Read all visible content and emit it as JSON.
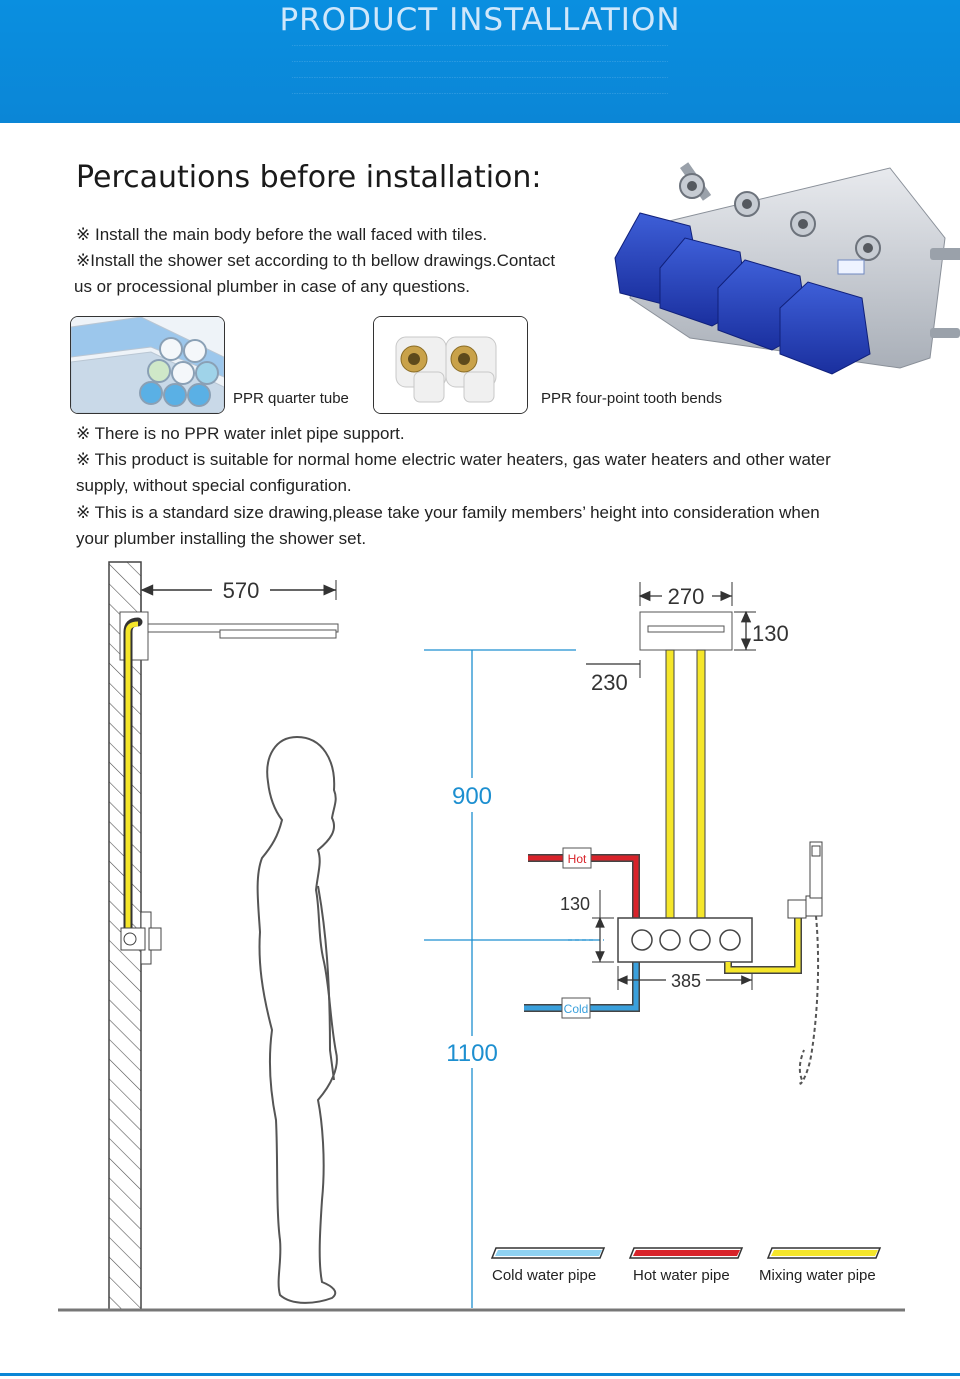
{
  "banner": {
    "title": "PRODUCT INSTALLATION"
  },
  "precautions": {
    "heading": "Percautions before installation:",
    "line1": "※ Install the main body before the wall faced with tiles.",
    "line2": "※Install the shower set according to th bellow drawings.Contact",
    "line3": "us or processional plumber in case of any questions.",
    "line4": "※ There is no PPR water inlet pipe support.",
    "line5": "※ This product is suitable for normal home electric water heaters, gas water heaters and other water",
    "line6": "supply, without special configuration.",
    "line7": "※ This is a standard size drawing,please take your family members’ height into consideration when",
    "line8": "your plumber installing the shower set."
  },
  "captions": {
    "tube": "PPR quarter tube",
    "bends": "PPR four-point tooth bends"
  },
  "dimensions": {
    "arm_length": "570",
    "head_width": "270",
    "head_height": "130",
    "head_offset": "230",
    "height_upper": "900",
    "height_lower": "1100",
    "valve_height": "130",
    "valve_width": "385"
  },
  "pipe_labels": {
    "hot": "Hot",
    "cold": "Cold"
  },
  "legend": {
    "cold": "Cold water pipe",
    "hot": "Hot water pipe",
    "mixing": "Mixing water pipe"
  },
  "colors": {
    "brand_blue": "#0b86d6",
    "cold_pipe": "#3aa0dc",
    "hot_pipe": "#d8232a",
    "mixing_pipe": "#f5e62a",
    "dimension_blue": "#1d8fd0"
  }
}
